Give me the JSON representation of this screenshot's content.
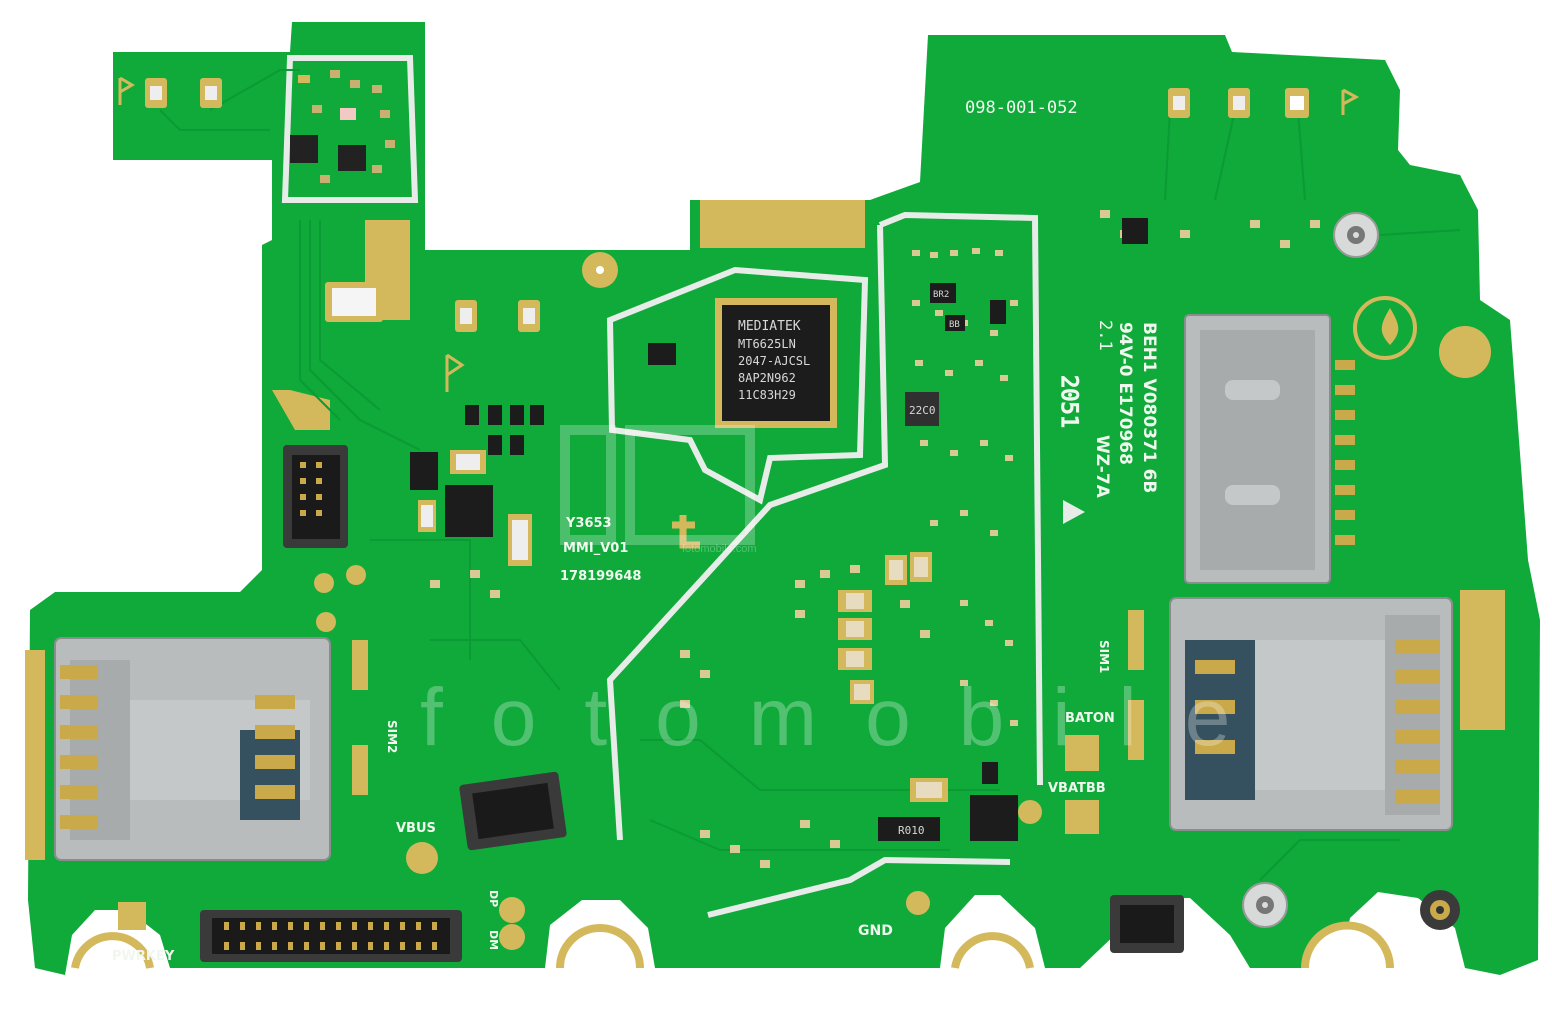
{
  "board": {
    "part_number": "098-001-052",
    "model_code": "Y3653",
    "version": "MMI_V01",
    "serial": "178199648",
    "rev": "2.1",
    "date_code": "2051",
    "ul_line1": "WZ-7A",
    "ul_line2": "94V-0 E170968",
    "ul_line3": "BEH1 V080371 6B"
  },
  "chip": {
    "brand": "MEDIATEK",
    "line1": "MT6625LN",
    "line2": "2047-AJCSL",
    "line3": "8AP2N962",
    "line4": "11C83H29"
  },
  "labels": {
    "sim1": "SIM1",
    "sim2": "SIM2",
    "vbus": "VBUS",
    "pwrkey": "PWRKEY",
    "dp": "DP",
    "dm": "DM",
    "gnd": "GND",
    "baton": "BATON",
    "vbatbb": "VBATBB",
    "r010": "R010",
    "inductor": "22C0",
    "br2": "BR2",
    "bb": "BB"
  },
  "watermark": {
    "text": "fotomobile",
    "small": "fotomobile.com"
  },
  "colors": {
    "pcb": "#0faa3a",
    "copper": "#d4b85c",
    "silkscreen": "#f0f7ee",
    "metal": "#b8b8b8"
  }
}
